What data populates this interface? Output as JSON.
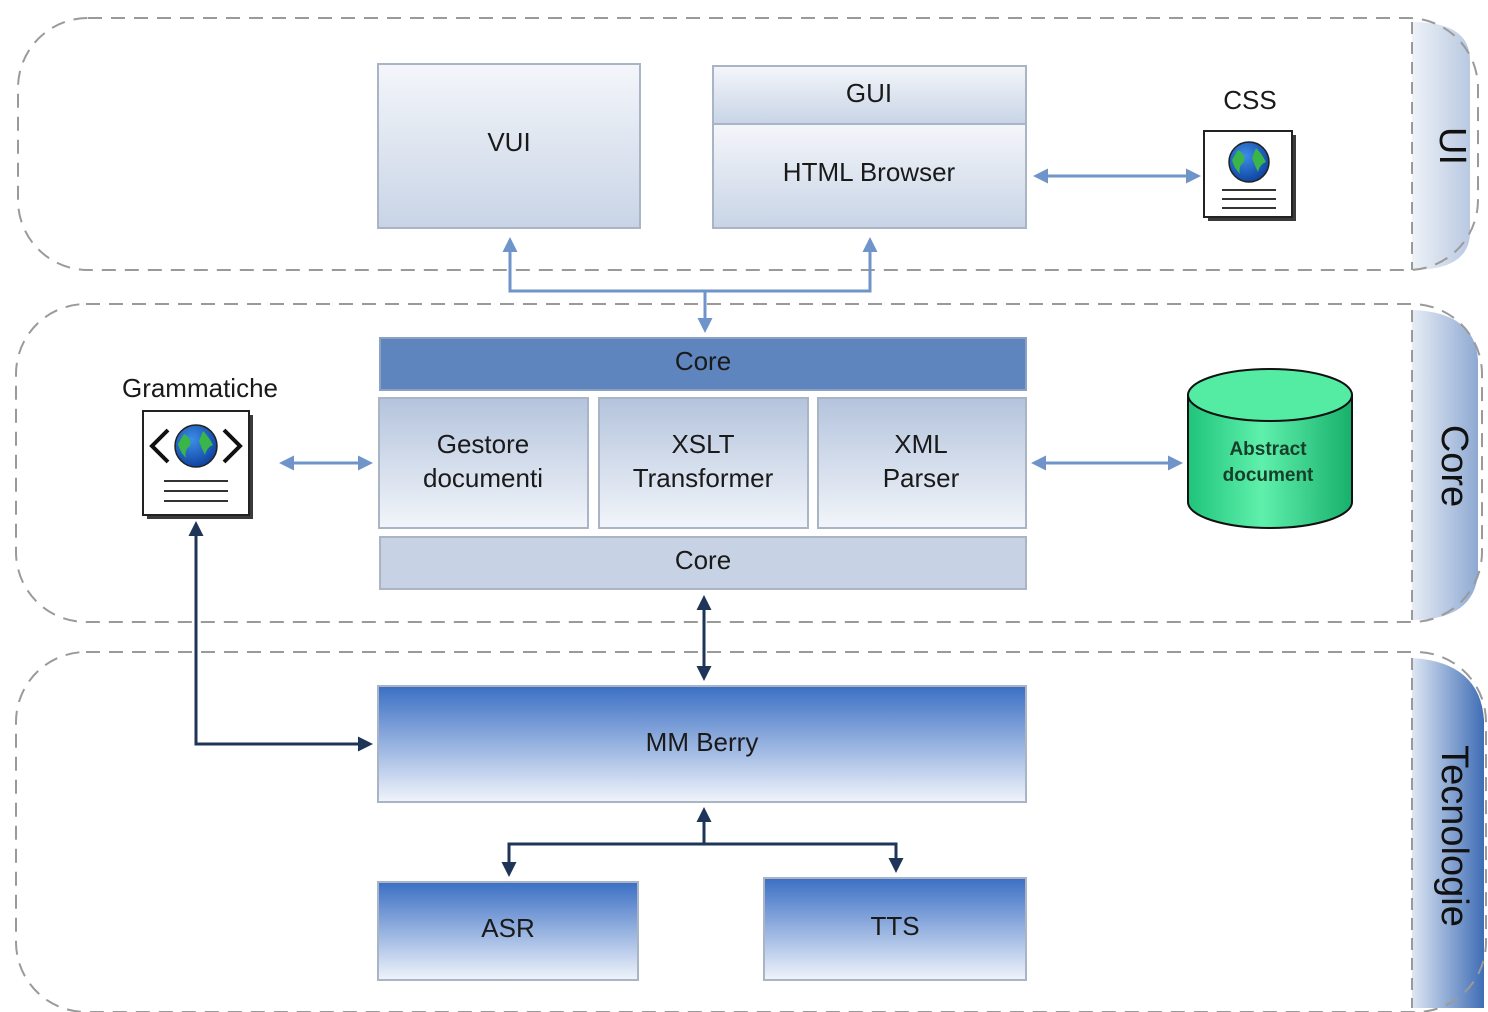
{
  "layers": {
    "ui": "UI",
    "core": "Core",
    "tecnologie": "Tecnologie"
  },
  "ui_layer": {
    "vui": "VUI",
    "gui": "GUI",
    "html_browser": "HTML Browser",
    "css": "CSS"
  },
  "core_layer": {
    "core_top": "Core",
    "core_bottom": "Core",
    "gestore": [
      "Gestore",
      "documenti"
    ],
    "xslt": [
      "XSLT",
      "Transformer"
    ],
    "xml": [
      "XML",
      "Parser"
    ],
    "grammatiche": "Grammatiche",
    "abstract_document": [
      "Abstract",
      "document"
    ]
  },
  "tech_layer": {
    "mm_berry": "MM Berry",
    "asr": "ASR",
    "tts": "TTS"
  },
  "colors": {
    "dashed_border": "#9a9a9a",
    "band_tab_light": "#dbe4f1",
    "band_tab_dark": "#3f6fb3",
    "ui_box_top": "#eef2f8",
    "ui_box_bottom": "#c9d5e6",
    "core_header": "#5e85bd",
    "core_footer": "#c7d3e4",
    "tech_box_top": "#3f72c6",
    "tech_box_bottom": "#eaf0fa",
    "arrow_light": "#6f94c9",
    "arrow_dark": "#1e3557",
    "database": "#2fe08d"
  }
}
